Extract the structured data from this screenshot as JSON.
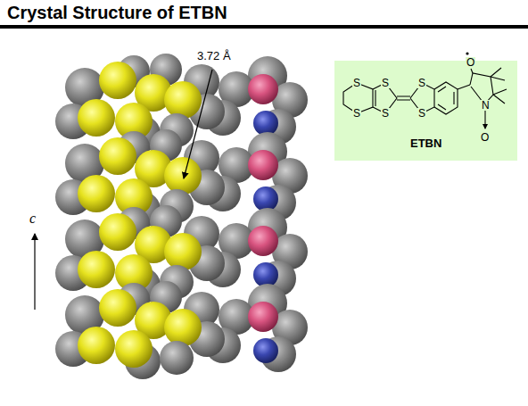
{
  "diagram": {
    "title": "Crystal Structure of ETBN",
    "nodes": [
      {
        "text": [
          "ETBN"
        ]
      }
    ],
    "labels": [
      "3.72 Å",
      "c",
      "S",
      "S",
      "S",
      "S",
      "S",
      "S",
      "O",
      "N",
      "O"
    ]
  }
}
